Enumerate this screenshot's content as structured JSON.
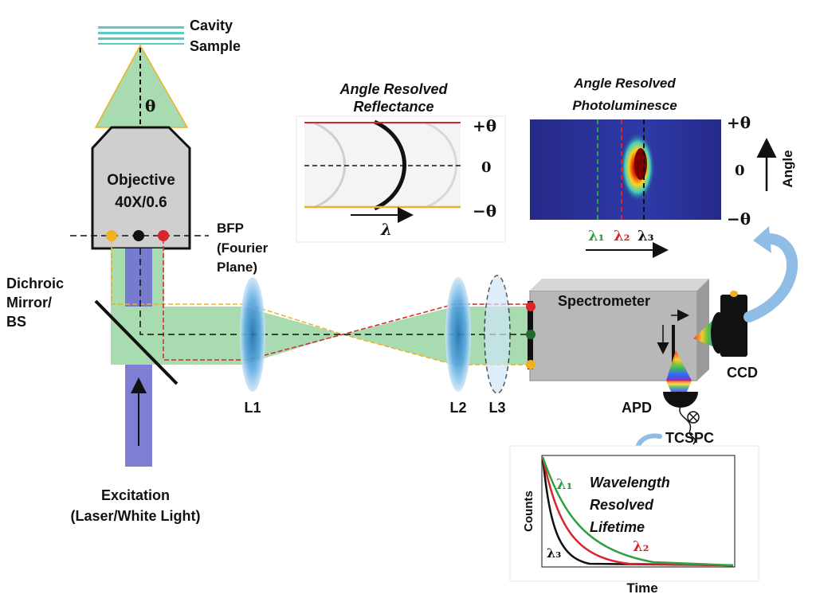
{
  "labels": {
    "cavity_line1": "Cavity",
    "cavity_line2": "Sample",
    "theta": "θ",
    "objective_line1": "Objective",
    "objective_line2": "40X/0.6",
    "bfp_line1": "BFP",
    "bfp_line2": "(Fourier",
    "bfp_line3": "Plane)",
    "dichroic_line1": "Dichroic",
    "dichroic_line2": "Mirror/",
    "dichroic_line3": "BS",
    "excitation_line1": "Excitation",
    "excitation_line2": "(Laser/White Light)",
    "l1": "L1",
    "l2": "L2",
    "l3": "L3",
    "spectrometer": "Spectrometer",
    "ccd": "CCD",
    "apd": "APD",
    "tcspc": "TCSPC"
  },
  "reflectance_panel": {
    "title_line1": "Angle Resolved",
    "title_line2": "Reflectance",
    "plus_theta": "+θ",
    "zero": "0",
    "minus_theta": "−θ",
    "axis_symbol": "λ"
  },
  "pl_panel": {
    "title_line1": "Angle Resolved",
    "title_line2": "Photoluminesce",
    "plus_theta": "+θ",
    "zero": "0",
    "minus_theta": "−θ",
    "angle_label": "Angle",
    "lambda1": "λ₁",
    "lambda2": "λ₂",
    "lambda3": "λ₃"
  },
  "lifetime_panel": {
    "title_line1": "Wavelength",
    "title_line2": "Resolved",
    "title_line3": "Lifetime",
    "ylabel": "Counts",
    "xlabel": "Time",
    "lambda1": "λ₁",
    "lambda2": "λ₂",
    "lambda3": "λ₃"
  },
  "colors": {
    "beam_green": "#a8dbb0",
    "excitation_blue": "#7070d0",
    "lens_blue": "#5aa8e0",
    "lambda1_green": "#2ea043",
    "lambda2_red": "#d8262a",
    "lambda3_black": "#111111",
    "yellow_ray": "#f0b020",
    "objective_gray": "#cfcfcf",
    "spectrometer_gray": "#b8b8b8",
    "pl_background": "#2b2f8c"
  }
}
